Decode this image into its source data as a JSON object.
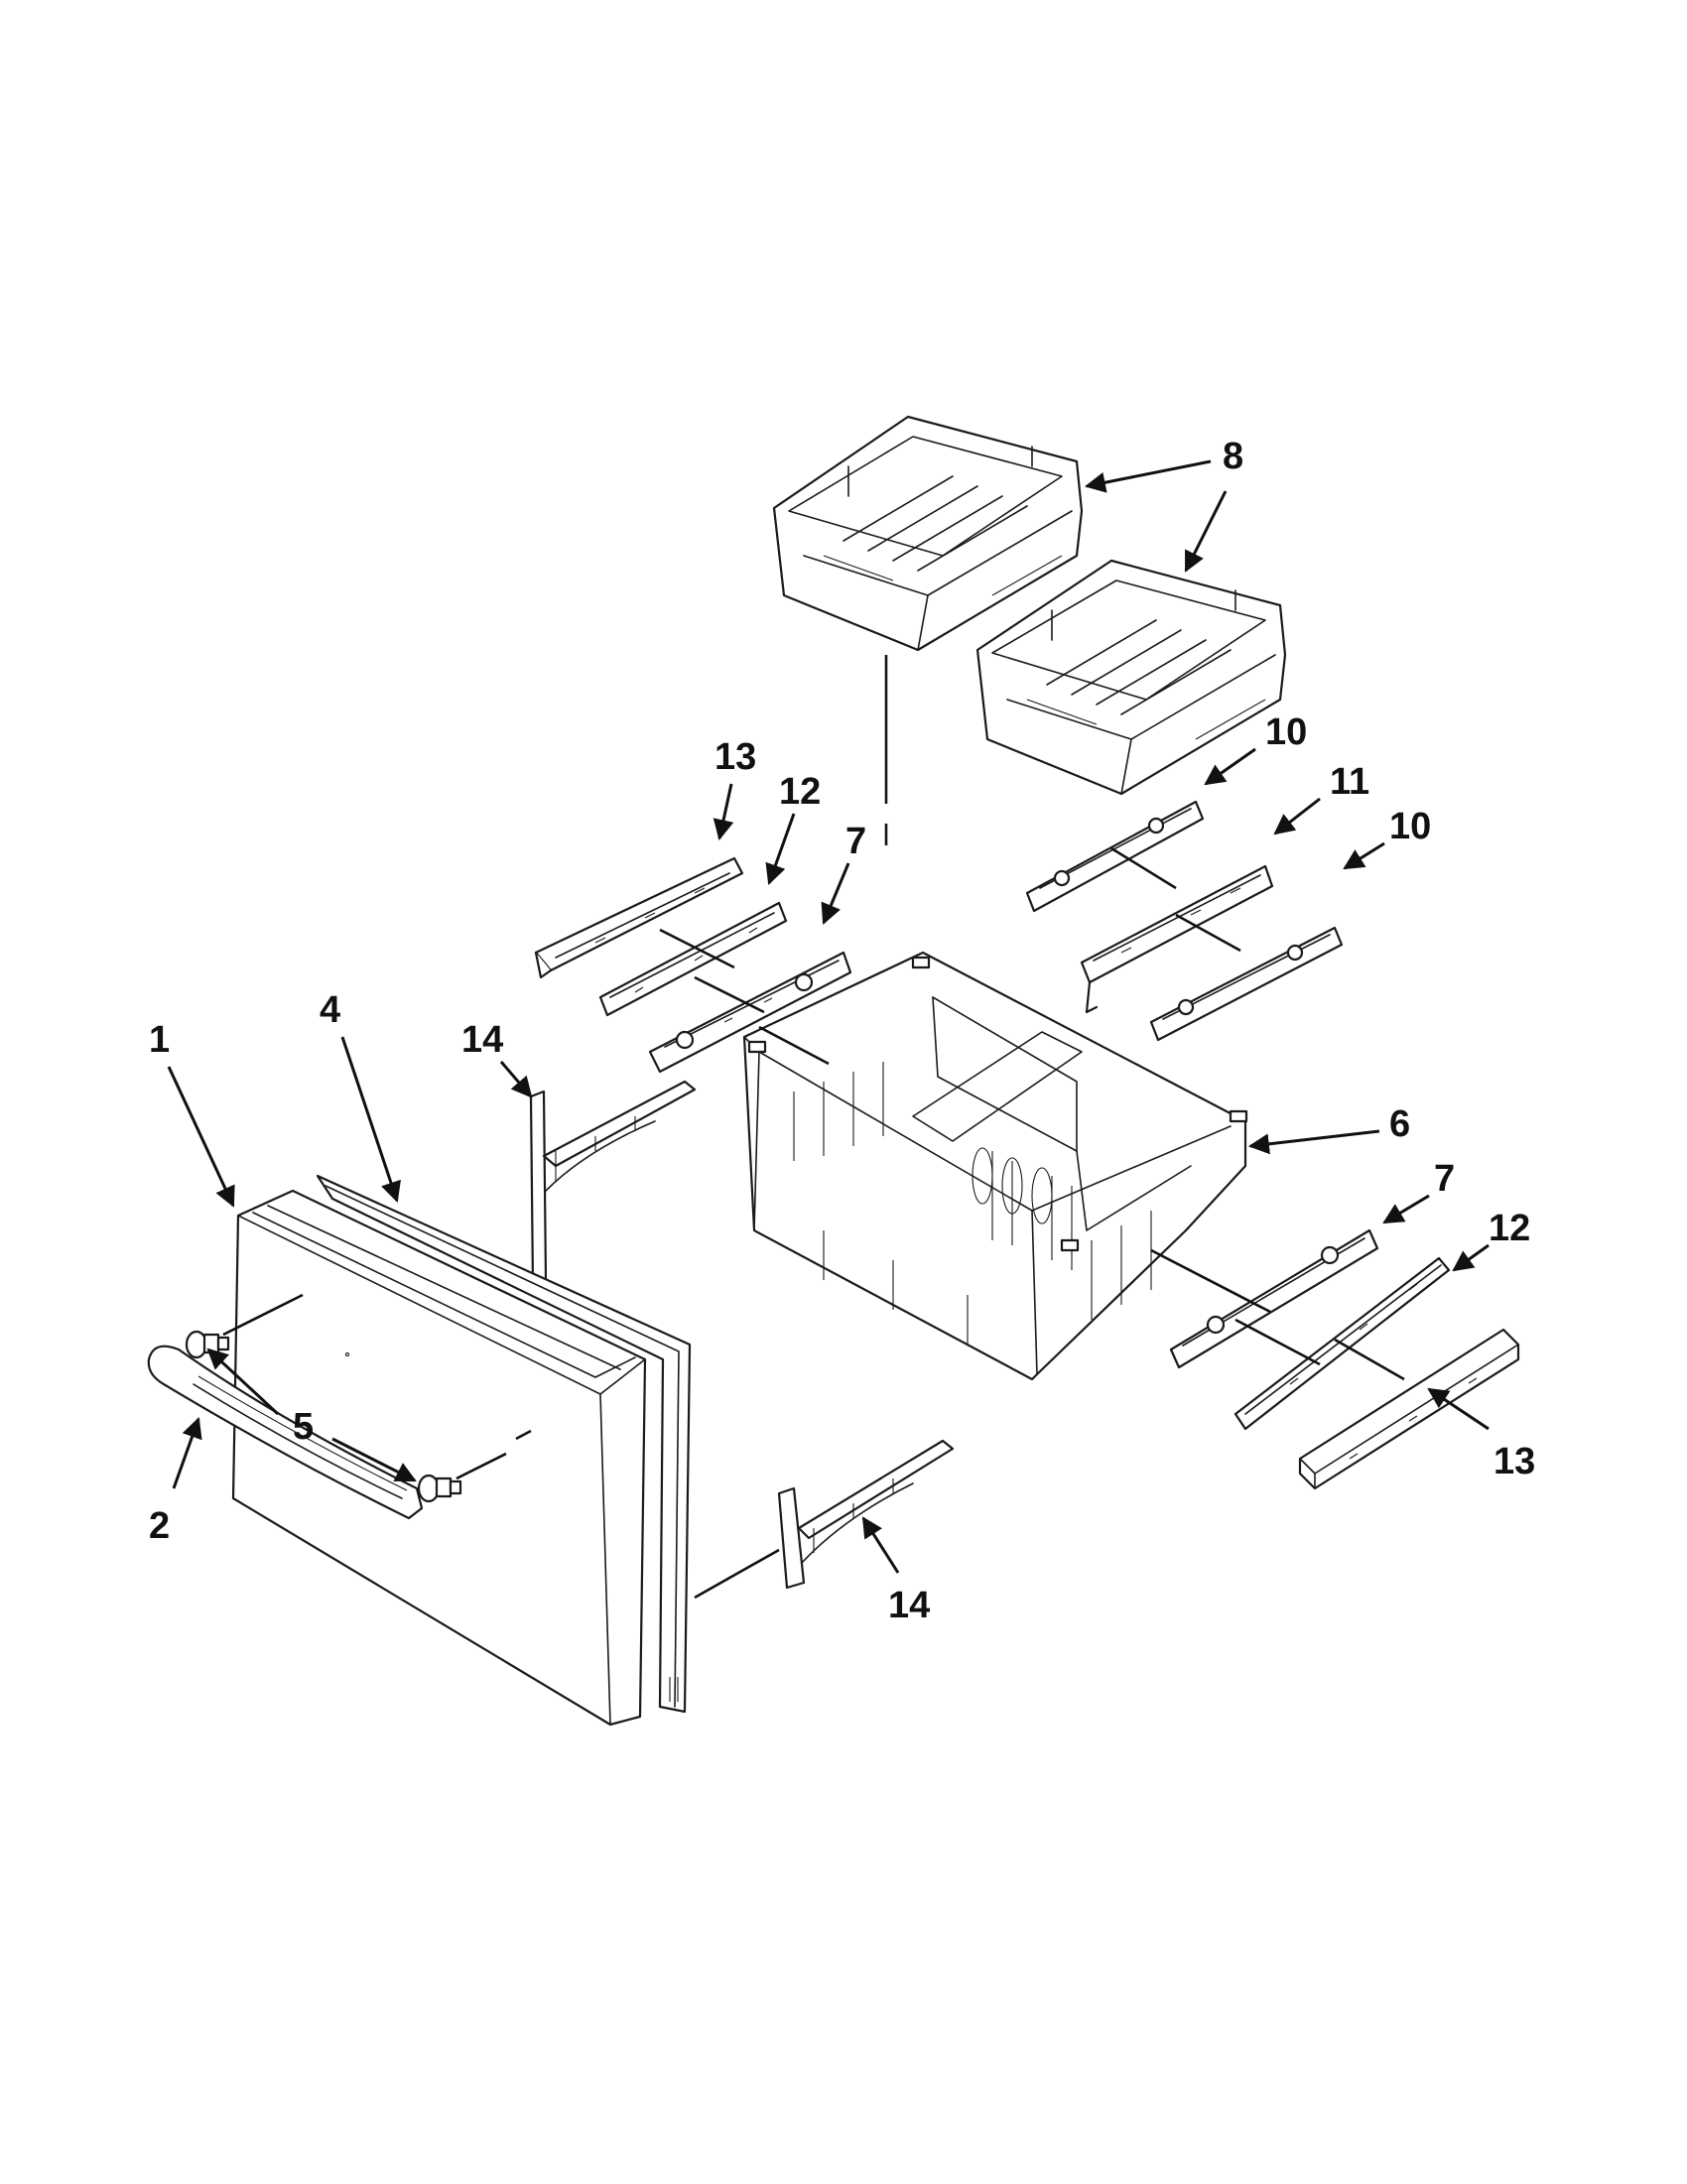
{
  "diagram": {
    "type": "exploded-parts-diagram",
    "callouts": [
      {
        "id": "label-1",
        "text": "1"
      },
      {
        "id": "label-2",
        "text": "2"
      },
      {
        "id": "label-4",
        "text": "4"
      },
      {
        "id": "label-5",
        "text": "5"
      },
      {
        "id": "label-6",
        "text": "6"
      },
      {
        "id": "label-7-upper",
        "text": "7"
      },
      {
        "id": "label-7-lower",
        "text": "7"
      },
      {
        "id": "label-8",
        "text": "8"
      },
      {
        "id": "label-10-upper",
        "text": "10"
      },
      {
        "id": "label-10-lower",
        "text": "10"
      },
      {
        "id": "label-11",
        "text": "11"
      },
      {
        "id": "label-12-upper",
        "text": "12"
      },
      {
        "id": "label-12-lower",
        "text": "12"
      },
      {
        "id": "label-13-upper",
        "text": "13"
      },
      {
        "id": "label-13-lower",
        "text": "13"
      },
      {
        "id": "label-14-upper",
        "text": "14"
      },
      {
        "id": "label-14-lower",
        "text": "14"
      }
    ]
  }
}
